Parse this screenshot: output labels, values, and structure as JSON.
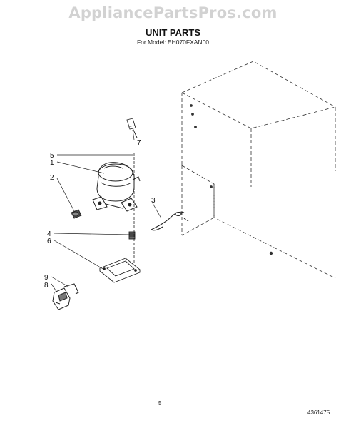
{
  "watermark": "AppliancePartsPros.com",
  "title": "UNIT PARTS",
  "subtitle": "For Model: EH070FXAN00",
  "page_number": "5",
  "doc_number": "4361475",
  "callouts": {
    "c7": "7",
    "c5": "5",
    "c1": "1",
    "c2": "2",
    "c3": "3",
    "c4": "4",
    "c6": "6",
    "c9": "9",
    "c8": "8"
  }
}
